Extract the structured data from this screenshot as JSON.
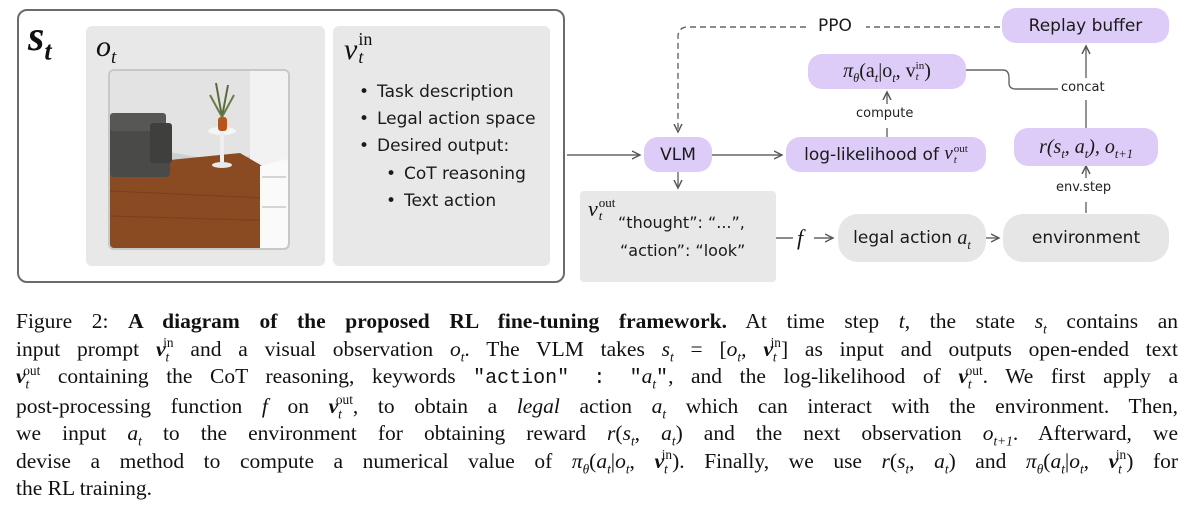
{
  "diagram": {
    "state": {
      "s_symbol": "s",
      "s_sub": "t",
      "obs_symbol": "o",
      "obs_sub": "t",
      "prompt_symbol": "v",
      "prompt_sup": "in",
      "prompt_sub": "t",
      "prompt_items": [
        "Task description",
        "Legal action space",
        "Desired output:"
      ],
      "output_items": [
        "CoT reasoning",
        "Text action"
      ]
    },
    "vlm_label": "VLM",
    "output_box": {
      "symbol": "v",
      "sup": "out",
      "sub": "t",
      "line1": "“thought”: “...”,",
      "line2": "“action”: “look”"
    },
    "f_label": "f",
    "legal_action_label": "legal action",
    "legal_action_symbol": "a",
    "legal_action_sub": "t",
    "environment_label": "environment",
    "env_step_label": "env.step",
    "reward_label": "r(s",
    "reward_sub": "t",
    "reward_mid": ", a",
    "reward_close": "), o",
    "next_obs_sub": "t+1",
    "concat_label": "concat",
    "replay_buffer_label": "Replay buffer",
    "ppo_label": "PPO",
    "policy_prefix": "π",
    "policy_theta": "θ",
    "policy_body": "(a",
    "policy_bar": "|o",
    "policy_comma": ", v",
    "policy_close": ")",
    "compute_label": "compute",
    "loglik_label": "log-likelihood of",
    "loglik_symbol": "v",
    "loglik_sup": "out",
    "loglik_sub": "t"
  },
  "caption": {
    "figure_label": "Figure 2:",
    "title": "A diagram of the proposed RL fine-tuning framework."
  },
  "colors": {
    "purple_box": "#dcccf7",
    "gray_box": "#e8e8e8",
    "frame": "#6b6b6b"
  }
}
